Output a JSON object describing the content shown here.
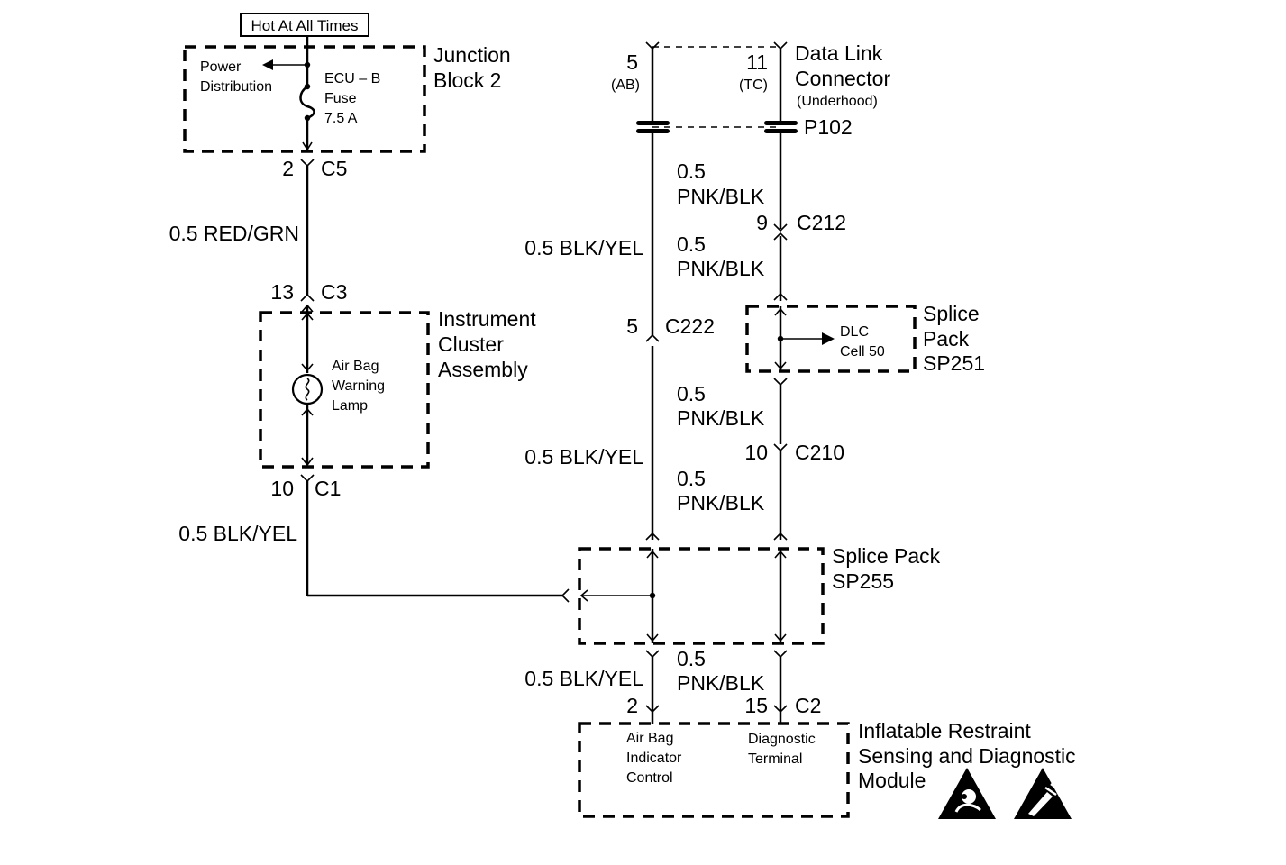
{
  "hot_at_all_times": "Hot At All Times",
  "junction_block": {
    "title_line1": "Junction",
    "title_line2": "Block 2",
    "power_line1": "Power",
    "power_line2": "Distribution",
    "fuse_line1": "ECU – B",
    "fuse_line2": "Fuse",
    "fuse_line3": "7.5 A"
  },
  "c5": {
    "pin": "2",
    "name": "C5"
  },
  "wire_red_grn": "0.5 RED/GRN",
  "c3": {
    "pin": "13",
    "name": "C3"
  },
  "instrument_cluster": {
    "title_line1": "Instrument",
    "title_line2": "Cluster",
    "title_line3": "Assembly",
    "lamp_line1": "Air Bag",
    "lamp_line2": "Warning",
    "lamp_line3": "Lamp"
  },
  "c1": {
    "pin": "10",
    "name": "C1"
  },
  "wire_blk_yel_left": "0.5 BLK/YEL",
  "dlc": {
    "pin_ab": "5",
    "label_ab": "(AB)",
    "pin_tc": "11",
    "label_tc": "(TC)",
    "title_line1": "Data Link",
    "title_line2": "Connector",
    "title_line3": "(Underhood)",
    "connector": "P102"
  },
  "wire_pnk_blk_1": {
    "size": "0.5",
    "color": "PNK/BLK"
  },
  "c212": {
    "pin": "9",
    "name": "C212"
  },
  "wire_blk_yel_upper": "0.5 BLK/YEL",
  "wire_pnk_blk_2": {
    "size": "0.5",
    "color": "PNK/BLK"
  },
  "c222": {
    "pin": "5",
    "name": "C222"
  },
  "sp251": {
    "dlc_line1": "DLC",
    "dlc_line2": "Cell 50",
    "title_line1": "Splice",
    "title_line2": "Pack",
    "title_line3": "SP251"
  },
  "wire_pnk_blk_3": {
    "size": "0.5",
    "color": "PNK/BLK"
  },
  "c210": {
    "pin": "10",
    "name": "C210"
  },
  "wire_blk_yel_mid": "0.5 BLK/YEL",
  "wire_pnk_blk_4": {
    "size": "0.5",
    "color": "PNK/BLK"
  },
  "sp255": {
    "title_line1": "Splice Pack",
    "title_line2": "SP255"
  },
  "wire_blk_yel_lower": "0.5 BLK/YEL",
  "wire_pnk_blk_5": {
    "size": "0.5",
    "color": "PNK/BLK"
  },
  "c2": {
    "pin_a": "2",
    "pin_b": "15",
    "name": "C2"
  },
  "module": {
    "left_line1": "Air Bag",
    "left_line2": "Indicator",
    "left_line3": "Control",
    "right_line1": "Diagnostic",
    "right_line2": "Terminal",
    "title_line1": "Inflatable Restraint",
    "title_line2": "Sensing and Diagnostic",
    "title_line3": "Module"
  },
  "icons": [
    "airbag-warning-icon",
    "esd-warning-icon"
  ]
}
